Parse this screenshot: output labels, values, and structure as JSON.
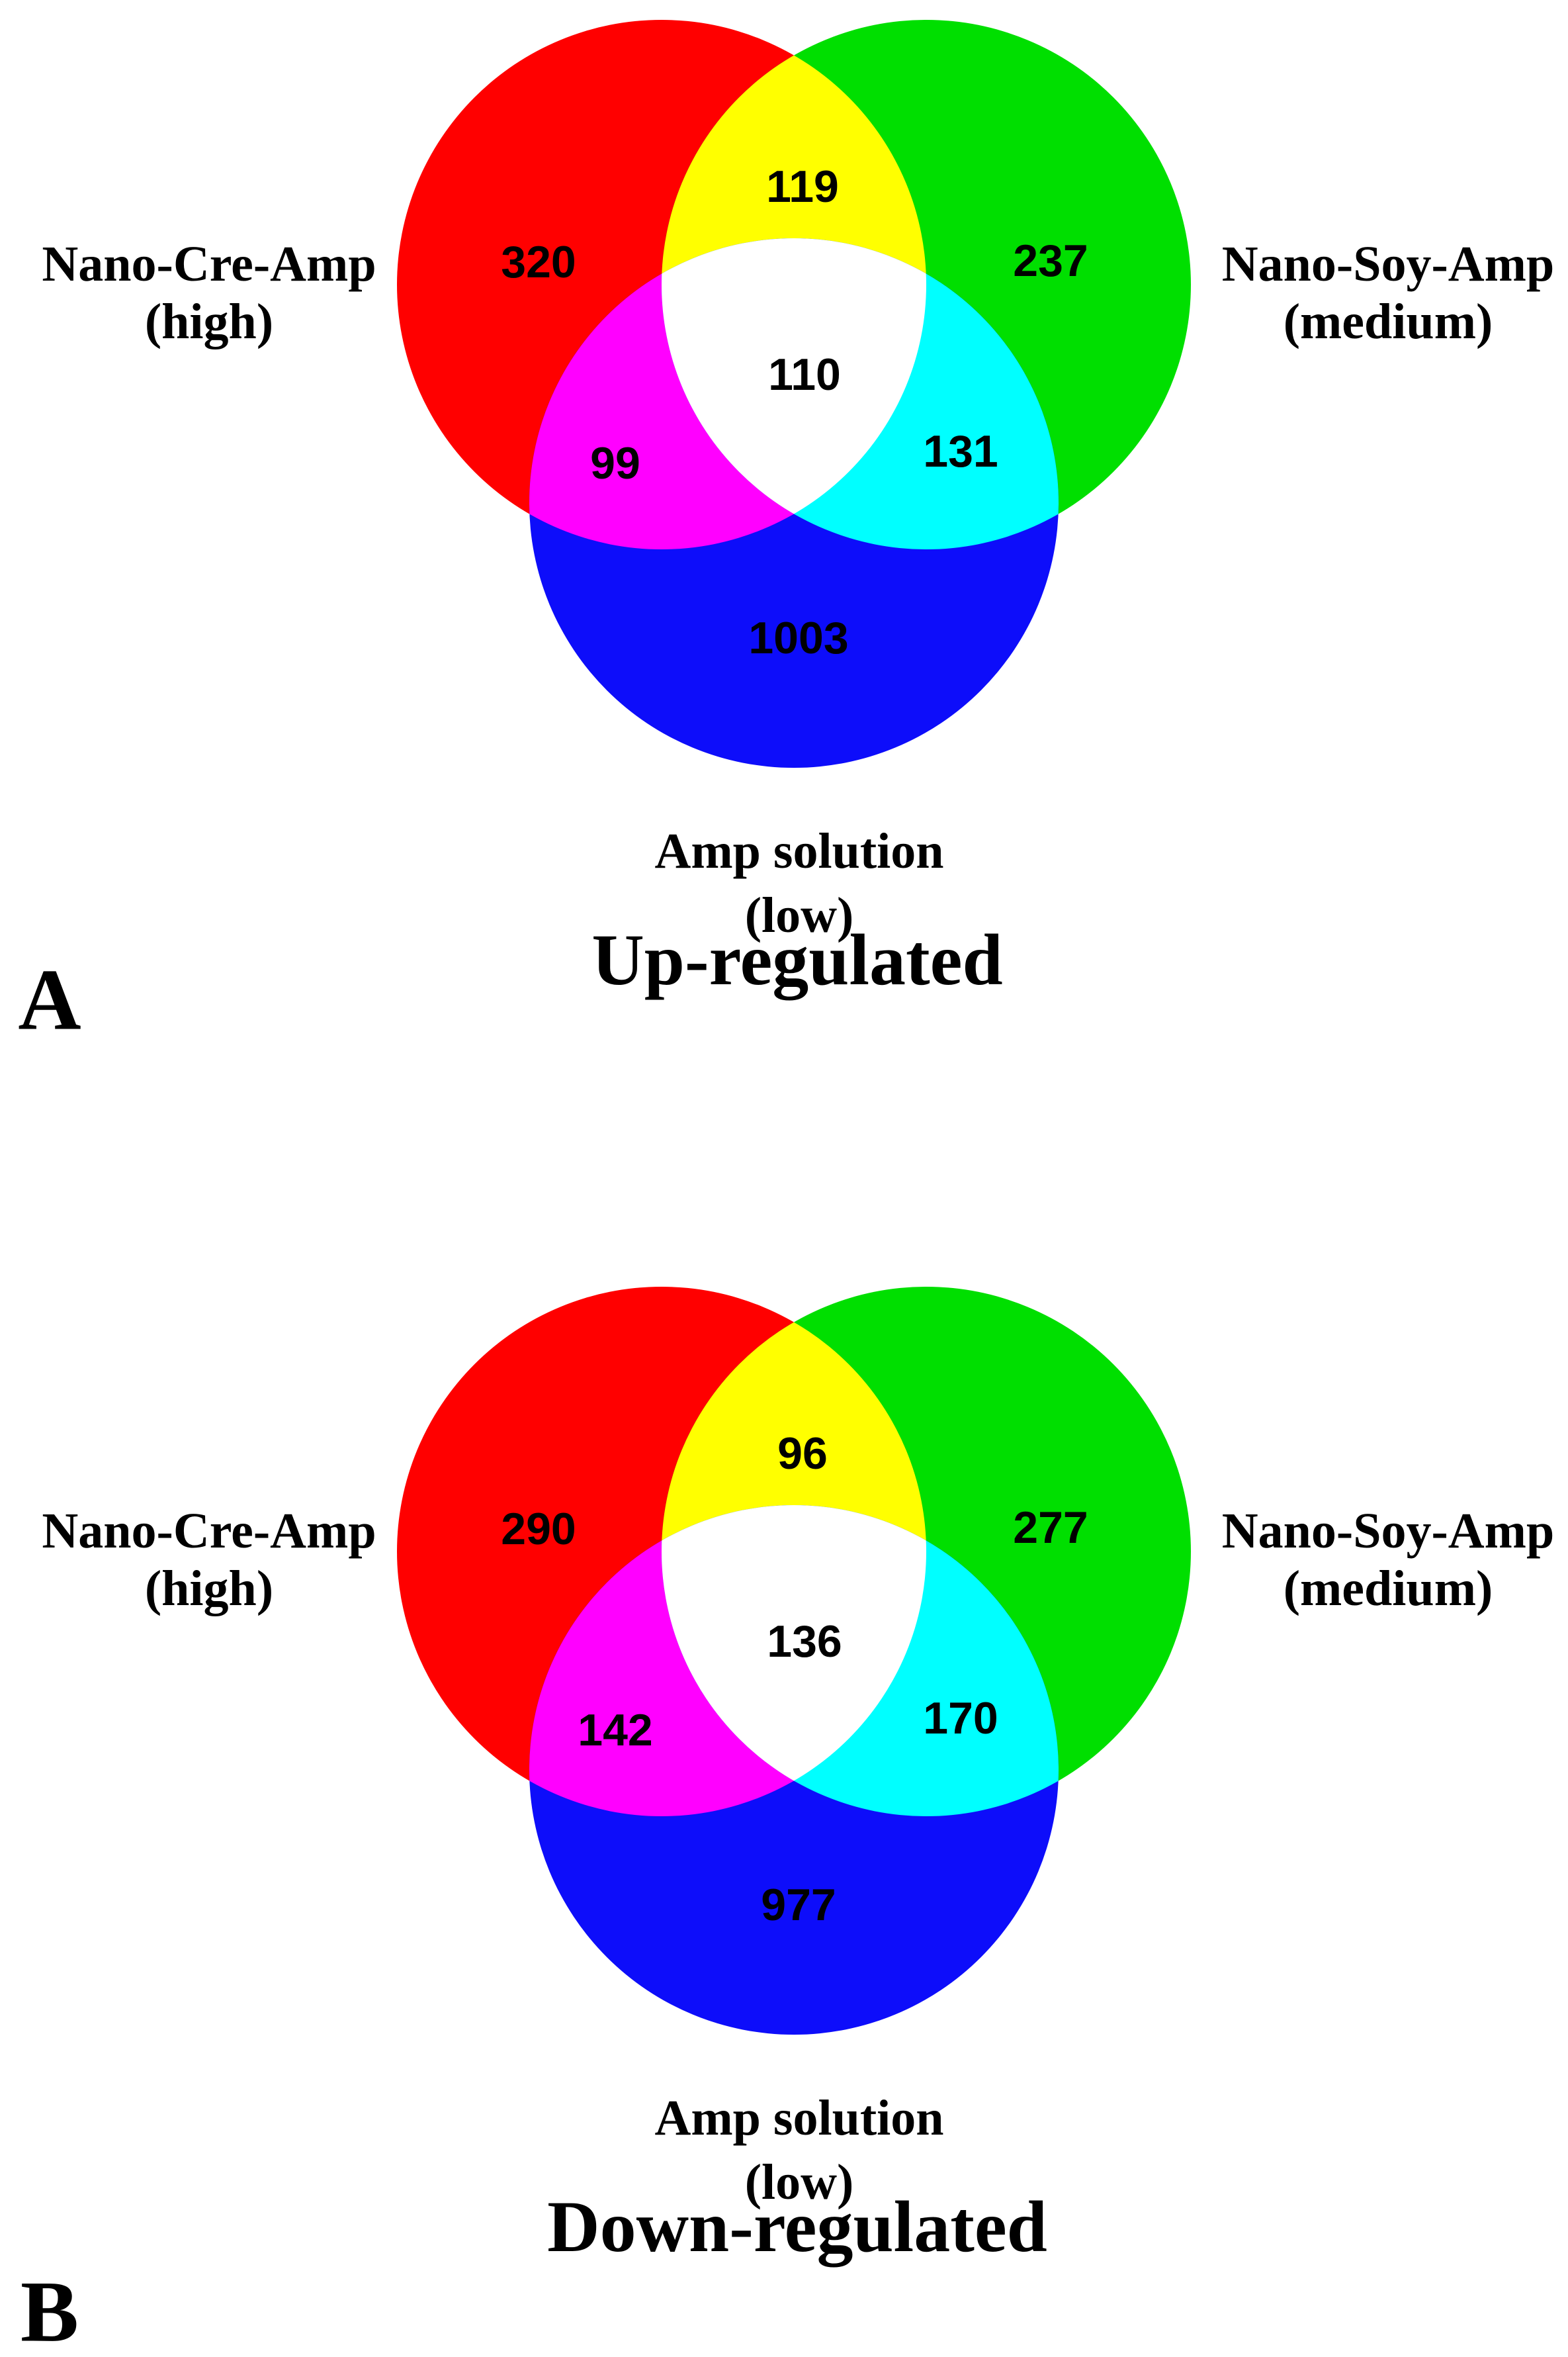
{
  "colors": {
    "red": "#FF0000",
    "green": "#00DF00",
    "blue": "#0D0DFA",
    "yellow": "#FFFF00",
    "magenta": "#FF00FF",
    "cyan": "#00FFFF",
    "white": "#FFFFFF"
  },
  "diagrams": [
    {
      "panel_letter": "A",
      "title": "Up-regulated",
      "sets": {
        "left": {
          "label_line1": "Nano-Cre-Amp",
          "label_line2": "(high)",
          "unique_count": "320"
        },
        "right": {
          "label_line1": "Nano-Soy-Amp",
          "label_line2": "(medium)",
          "unique_count": "237"
        },
        "bottom": {
          "label_line1": "Amp solution",
          "label_line2": "(low)",
          "unique_count": "1003"
        }
      },
      "overlaps": {
        "left_right": "119",
        "left_bottom": "99",
        "right_bottom": "131",
        "all_three": "110"
      }
    },
    {
      "panel_letter": "B",
      "title": "Down-regulated",
      "sets": {
        "left": {
          "label_line1": "Nano-Cre-Amp",
          "label_line2": "(high)",
          "unique_count": "290"
        },
        "right": {
          "label_line1": "Nano-Soy-Amp",
          "label_line2": "(medium)",
          "unique_count": "277"
        },
        "bottom": {
          "label_line1": "Amp solution",
          "label_line2": "(low)",
          "unique_count": "977"
        }
      },
      "overlaps": {
        "left_right": "96",
        "left_bottom": "142",
        "right_bottom": "170",
        "all_three": "136"
      }
    }
  ],
  "chart_data": [
    {
      "type": "venn",
      "title": "Up-regulated",
      "sets": [
        "Nano-Cre-Amp (high)",
        "Nano-Soy-Amp (medium)",
        "Amp solution (low)"
      ],
      "regions": {
        "Nano-Cre-Amp only": 320,
        "Nano-Soy-Amp only": 237,
        "Amp solution only": 1003,
        "Nano-Cre-Amp and Nano-Soy-Amp": 119,
        "Nano-Cre-Amp and Amp solution": 99,
        "Nano-Soy-Amp and Amp solution": 131,
        "all three": 110
      }
    },
    {
      "type": "venn",
      "title": "Down-regulated",
      "sets": [
        "Nano-Cre-Amp (high)",
        "Nano-Soy-Amp (medium)",
        "Amp solution (low)"
      ],
      "regions": {
        "Nano-Cre-Amp only": 290,
        "Nano-Soy-Amp only": 277,
        "Amp solution only": 977,
        "Nano-Cre-Amp and Nano-Soy-Amp": 96,
        "Nano-Cre-Amp and Amp solution": 142,
        "Nano-Soy-Amp and Amp solution": 170,
        "all three": 136
      }
    }
  ]
}
